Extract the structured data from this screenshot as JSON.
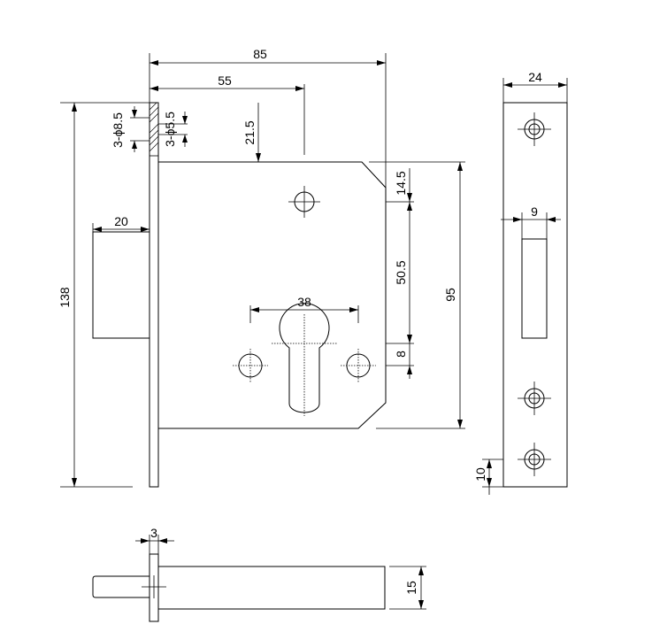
{
  "dimensions": {
    "overall_depth": "85",
    "backset": "55",
    "screw_hole_dia": "3-ϕ8.5",
    "pin_dia": "3-ϕ5.5",
    "top_offset": "21.5",
    "height_total": "138",
    "bolt_projection": "20",
    "top_to_hole": "14.5",
    "hole_to_cylinder": "50.5",
    "cylinder_offset": "8",
    "case_height": "95",
    "cylinder_spacing": "38",
    "faceplate_width": "24",
    "bolt_slot_width": "9",
    "bottom_hole_offset": "10",
    "faceplate_thickness": "3",
    "bolt_height": "15"
  }
}
